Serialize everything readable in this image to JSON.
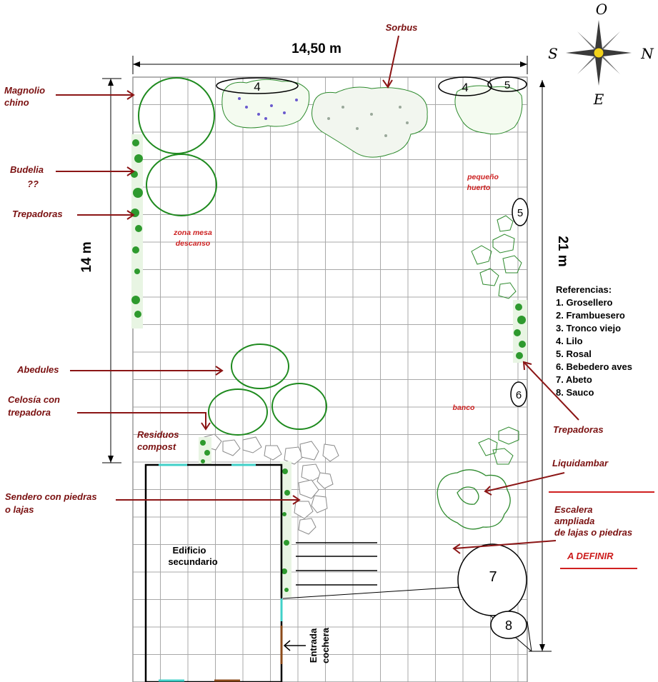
{
  "dimensions": {
    "width_label": "14,50 m",
    "left_height_label": "14 m",
    "right_height_label": "21 m"
  },
  "compass": {
    "north": "N",
    "south": "S",
    "east": "E",
    "west": "O"
  },
  "labels": {
    "sorbus": "Sorbus",
    "magnolio_line1": "Magnolio",
    "magnolio_line2": "chino",
    "budelia": "Budelia",
    "budelia_q": "??",
    "trepadoras_left": "Trepadoras",
    "abedules": "Abedules",
    "celosia_line1": "Celosía con",
    "celosia_line2": "trepadora",
    "residuos_line1": "Residuos",
    "residuos_line2": "compost",
    "sendero_line1": "Sendero con piedras",
    "sendero_line2": "o lajas",
    "trepadoras_right": "Trepadoras",
    "liquidambar": "Liquidambar",
    "escalera_line1": "Escalera",
    "escalera_line2": "ampliada",
    "escalera_line3": "de lajas o piedras",
    "a_definir": "A DEFINIR"
  },
  "zones": {
    "huerto_line1": "pequeño",
    "huerto_line2": "huerto",
    "mesa_line1": "zona mesa",
    "mesa_line2": "descanso",
    "banco": "banco"
  },
  "building": {
    "line1": "Edificio",
    "line2": "secundario"
  },
  "entrance": {
    "line1": "Entrada",
    "line2": "cochera"
  },
  "references": {
    "title": "Referencias:",
    "items": [
      "1. Grosellero",
      "2. Frambuesero",
      "3. Tronco viejo",
      "4. Lilo",
      "5. Rosal",
      "6. Bebedero aves",
      "7. Abeto",
      "8. Sauco"
    ]
  },
  "markers": {
    "lilo": "4",
    "rosal": "5",
    "bebedero": "6",
    "abeto": "7",
    "sauco": "8"
  },
  "colors": {
    "label": "#7a1010",
    "zone_text": "#cc2020",
    "tree": "#1e8a1e",
    "grid": "#a8a8a8"
  }
}
